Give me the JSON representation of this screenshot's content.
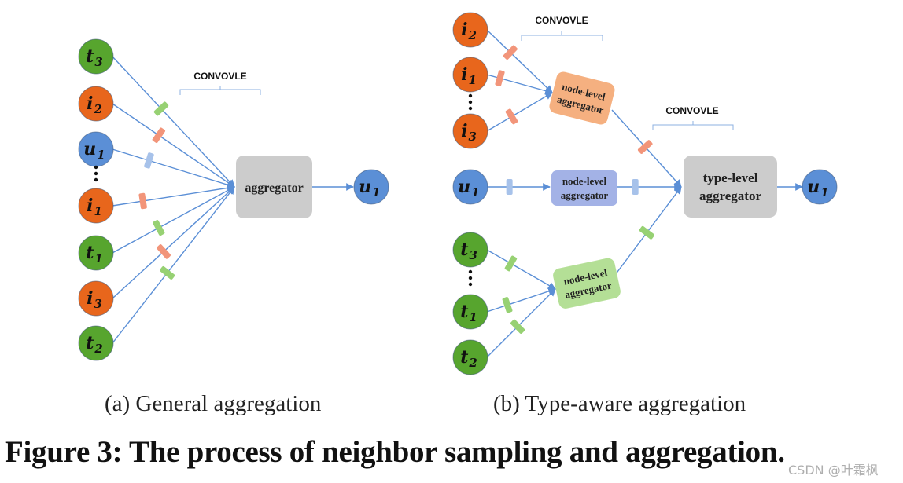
{
  "colors": {
    "item_node": "#e8661c",
    "tag_node": "#57a52e",
    "user_node": "#5b8fd6",
    "edge": "#5b8fd6",
    "item_conv": "#f2957a",
    "tag_conv": "#97d173",
    "user_conv": "#a7c2ea",
    "aggregator_gray": "#cccccc",
    "node_agg_item": "#f5b080",
    "node_agg_user": "#a3b2e6",
    "node_agg_tag": "#b4df96"
  },
  "panel_a": {
    "conv_label": "CONVOVLE",
    "aggregator_label": "aggregator",
    "inputs": [
      {
        "type": "tag",
        "letter": "t",
        "sub": "3"
      },
      {
        "type": "item",
        "letter": "i",
        "sub": "2"
      },
      {
        "type": "user",
        "letter": "u",
        "sub": "1"
      },
      {
        "type": "dots"
      },
      {
        "type": "item",
        "letter": "i",
        "sub": "1"
      },
      {
        "type": "tag",
        "letter": "t",
        "sub": "1"
      },
      {
        "type": "item",
        "letter": "i",
        "sub": "3"
      },
      {
        "type": "tag",
        "letter": "t",
        "sub": "2"
      }
    ],
    "output": {
      "type": "user",
      "letter": "u",
      "sub": "1"
    },
    "caption": "(a)  General aggregation"
  },
  "panel_b": {
    "conv_label_top": "CONVOVLE",
    "conv_label_right": "CONVOVLE",
    "item_group": [
      {
        "type": "item",
        "letter": "i",
        "sub": "2"
      },
      {
        "type": "item",
        "letter": "i",
        "sub": "1"
      },
      {
        "type": "dots"
      },
      {
        "type": "item",
        "letter": "i",
        "sub": "3"
      }
    ],
    "user_group": [
      {
        "type": "user",
        "letter": "u",
        "sub": "1"
      }
    ],
    "tag_group": [
      {
        "type": "tag",
        "letter": "t",
        "sub": "3"
      },
      {
        "type": "dots"
      },
      {
        "type": "tag",
        "letter": "t",
        "sub": "1"
      },
      {
        "type": "tag",
        "letter": "t",
        "sub": "2"
      }
    ],
    "node_level_label_1": "node-level",
    "node_level_label_2": "aggregator",
    "type_level_label_1": "type-level",
    "type_level_label_2": "aggregator",
    "output": {
      "type": "user",
      "letter": "u",
      "sub": "1"
    },
    "caption": "(b)  Type-aware aggregation"
  },
  "figure_title": "Figure 3: The process of neighbor sampling and aggregation.",
  "watermark": "CSDN @叶霜枫"
}
